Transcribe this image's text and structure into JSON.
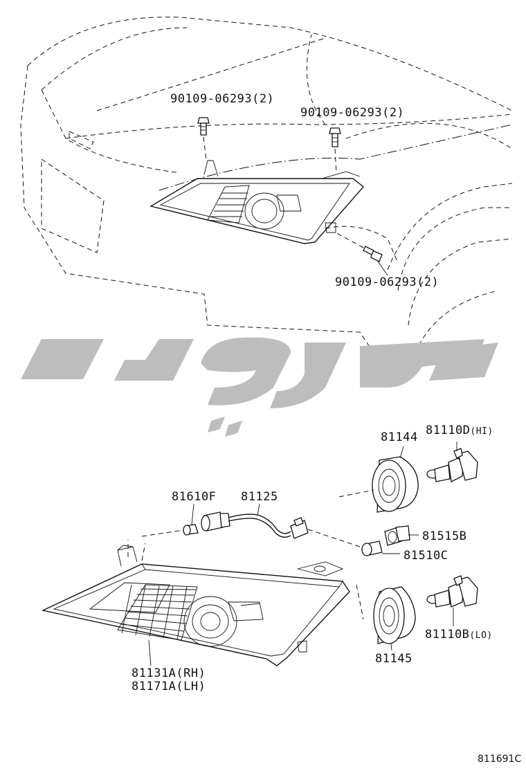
{
  "labels": {
    "bolt_top_left": "90109-06293(2)",
    "bolt_top_right": "90109-06293(2)",
    "bolt_lower": "90109-06293(2)",
    "socket_hi": "81144",
    "bulb_hi_num": "81110D",
    "bulb_hi_tag": "(HI)",
    "bulb_small": "81610F",
    "wire_harness": "81125",
    "socket_side": "81515B",
    "bulb_side": "81510C",
    "socket_lo": "81145",
    "bulb_lo_num": "81110B",
    "bulb_lo_tag": "(LO)",
    "headlamp_rh": "81131A(RH)",
    "headlamp_lh": "81171A(LH)",
    "diagram_ref": "811691C"
  },
  "colors": {
    "line": "#111111",
    "watermark": "#bdbdbd",
    "background": "#ffffff"
  }
}
